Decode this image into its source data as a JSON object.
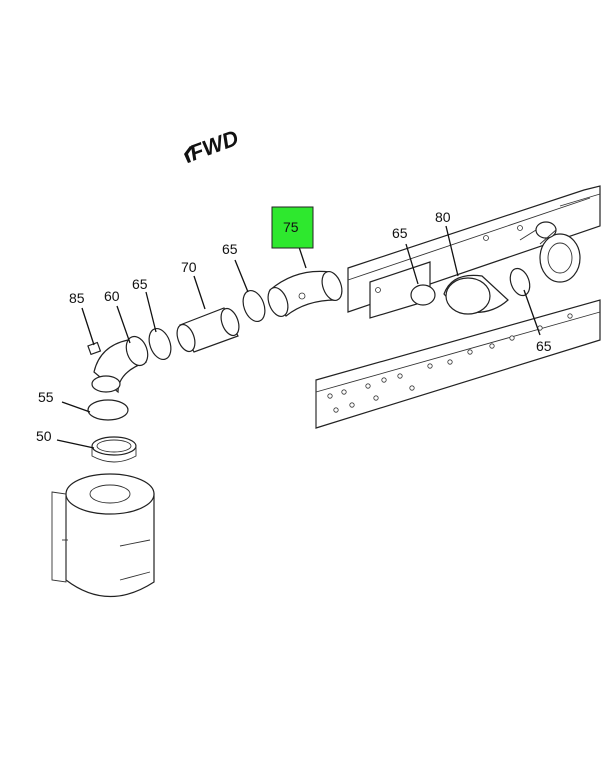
{
  "orientation": {
    "text": "FWD"
  },
  "highlight": {
    "color": "#2ee82e",
    "label": "75"
  },
  "callouts": [
    {
      "id": "85",
      "label": "85"
    },
    {
      "id": "60",
      "label": "60"
    },
    {
      "id": "65a",
      "label": "65"
    },
    {
      "id": "70",
      "label": "70"
    },
    {
      "id": "65b",
      "label": "65"
    },
    {
      "id": "55",
      "label": "55"
    },
    {
      "id": "50",
      "label": "50"
    },
    {
      "id": "65c",
      "label": "65"
    },
    {
      "id": "80",
      "label": "80"
    },
    {
      "id": "65d",
      "label": "65"
    }
  ]
}
